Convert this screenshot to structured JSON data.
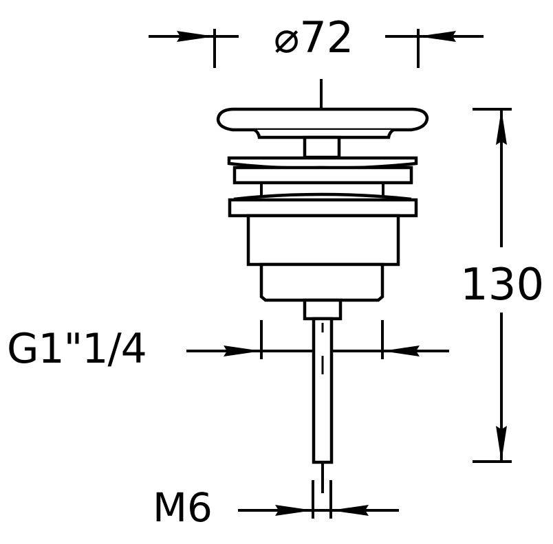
{
  "drawing": {
    "title": "Pop-up waste valve technical drawing",
    "line_color": "#000000",
    "background": "#ffffff",
    "dimensions": {
      "diameter": {
        "label": "⌀72",
        "symbol": "⌀",
        "value": "72"
      },
      "height": {
        "label": "130",
        "value": "130"
      },
      "thread": {
        "label": "G1\"1/4"
      },
      "rod_thread": {
        "label": "M6"
      }
    }
  }
}
